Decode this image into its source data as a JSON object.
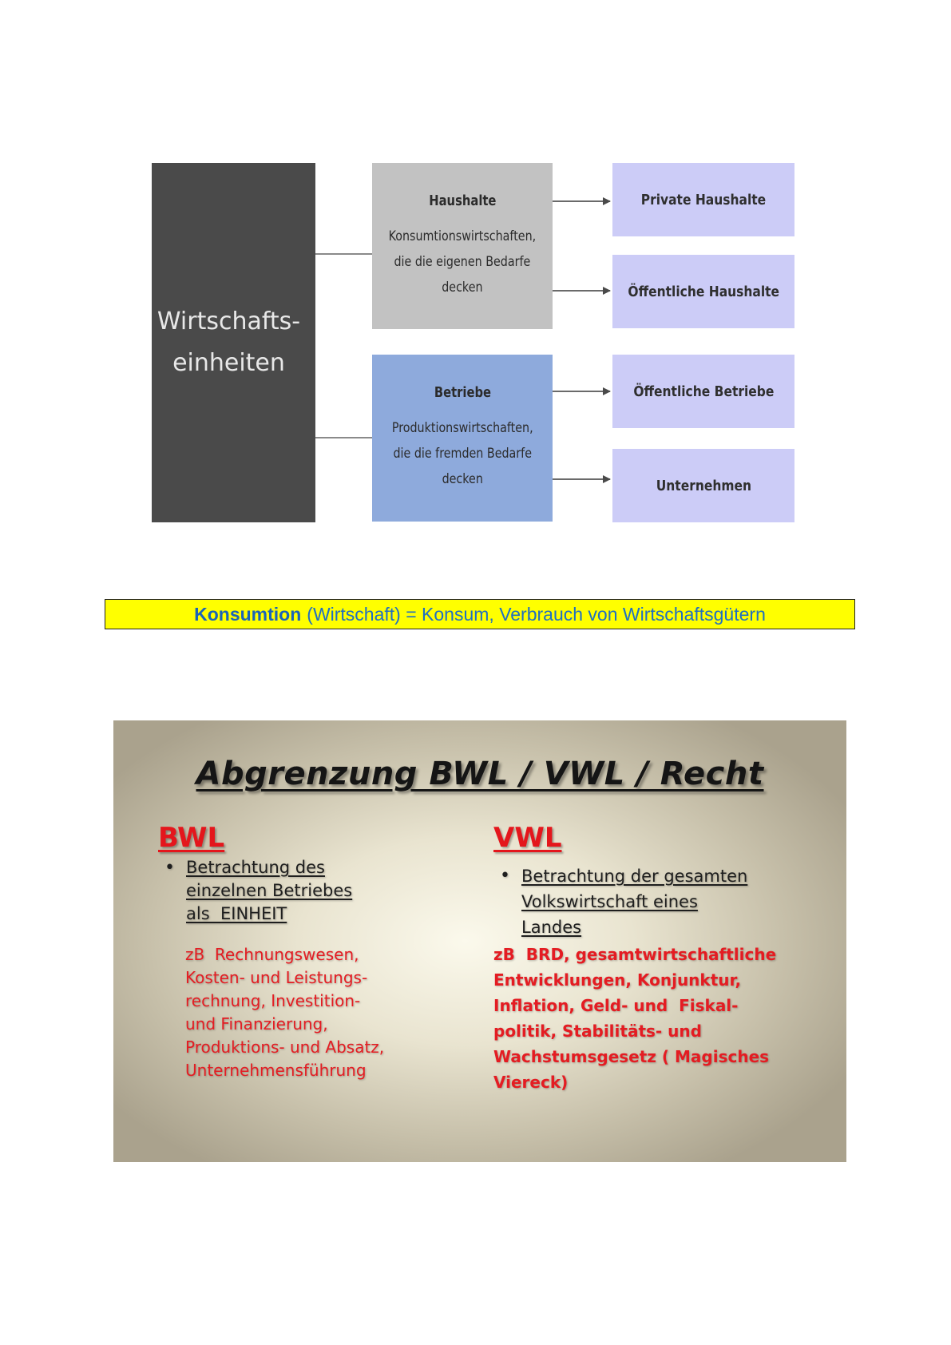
{
  "diagram": {
    "root": {
      "lines": [
        "Wirtschafts-",
        "einheiten"
      ]
    },
    "haushalte": {
      "title": "Haushalte",
      "desc": [
        "Konsumtionswirtschaften,",
        "die die eigenen Bedarfe",
        "decken"
      ]
    },
    "betriebe": {
      "title": "Betriebe",
      "desc": [
        "Produktionswirtschaften,",
        "die die fremden Bedarfe",
        "decken"
      ]
    },
    "leaves": [
      "Private Haushalte",
      "Öffentliche Haushalte",
      "Öffentliche Betriebe",
      "Unternehmen"
    ],
    "colors": {
      "root": "#4a4a4a",
      "haushalte": "#c2c2c2",
      "betriebe": "#8eaadc",
      "leaf": "#ccccf7"
    }
  },
  "definition": {
    "term": "Konsumtion",
    "rest": "(Wirtschaft) = Konsum, Verbrauch von Wirtschaftsgütern",
    "background": "#ffff00",
    "text_color": "#1f6fc2"
  },
  "slide": {
    "title": "Abgrenzung BWL / VWL / Recht",
    "bwl": {
      "heading": "BWL",
      "bullet": [
        "Betrachtung des",
        "einzelnen Betriebes",
        "als  EINHEIT"
      ],
      "examples": [
        "zB  Rechnungswesen,",
        "Kosten- und Leistungs-",
        "rechnung, Investition-",
        "und Finanzierung,",
        "Produktions- und Absatz,",
        "Unternehmensführung"
      ]
    },
    "vwl": {
      "heading": "VWL",
      "bullet": [
        "Betrachtung der gesamten",
        "Volkswirtschaft eines",
        "Landes"
      ],
      "examples": [
        "zB  BRD, gesamtwirtschaftliche",
        "Entwicklungen, Konjunktur,",
        "Inflation, Geld- und  Fiskal-",
        "politik, Stabilitäts- und",
        "Wachstumsgesetz ( Magisches",
        "Viereck)"
      ]
    },
    "colors": {
      "heading": "#e4161c",
      "examples": "#e41c22"
    }
  }
}
